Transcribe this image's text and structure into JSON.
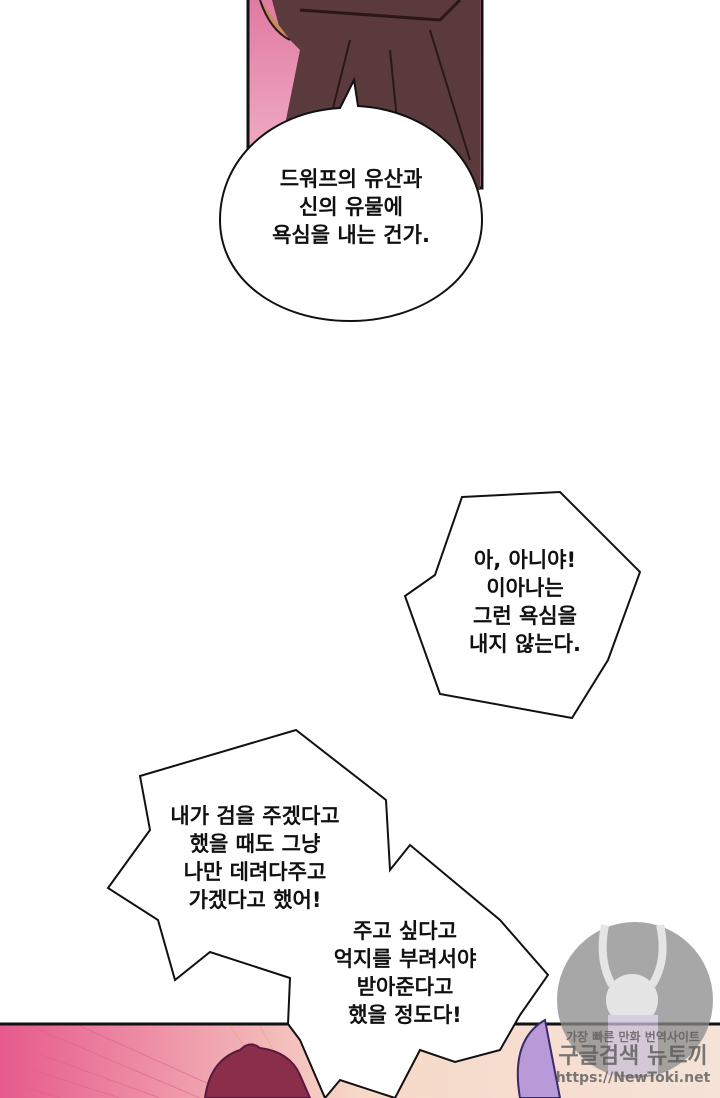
{
  "bubbles": [
    {
      "lines": [
        "드워프의 유산과",
        "신의 유물에",
        "욕심을 내는 건가."
      ]
    },
    {
      "lines": [
        "아, 아니야!",
        "이아나는",
        "그런 욕심을",
        "내지 않는다."
      ]
    },
    {
      "lines": [
        "내가 검을 주겠다고",
        "했을 때도 그냥",
        "나만 데려다주고",
        "가겠다고 했어!"
      ]
    },
    {
      "lines": [
        "주고 싶다고",
        "억지를 부려서야",
        "받아준다고",
        "했을 정도다!"
      ]
    }
  ],
  "watermark": {
    "tagline": "가장 빠른 만화 번역사이트",
    "name": "구글검색 뉴토끼",
    "url": "https://NewToki.net"
  }
}
